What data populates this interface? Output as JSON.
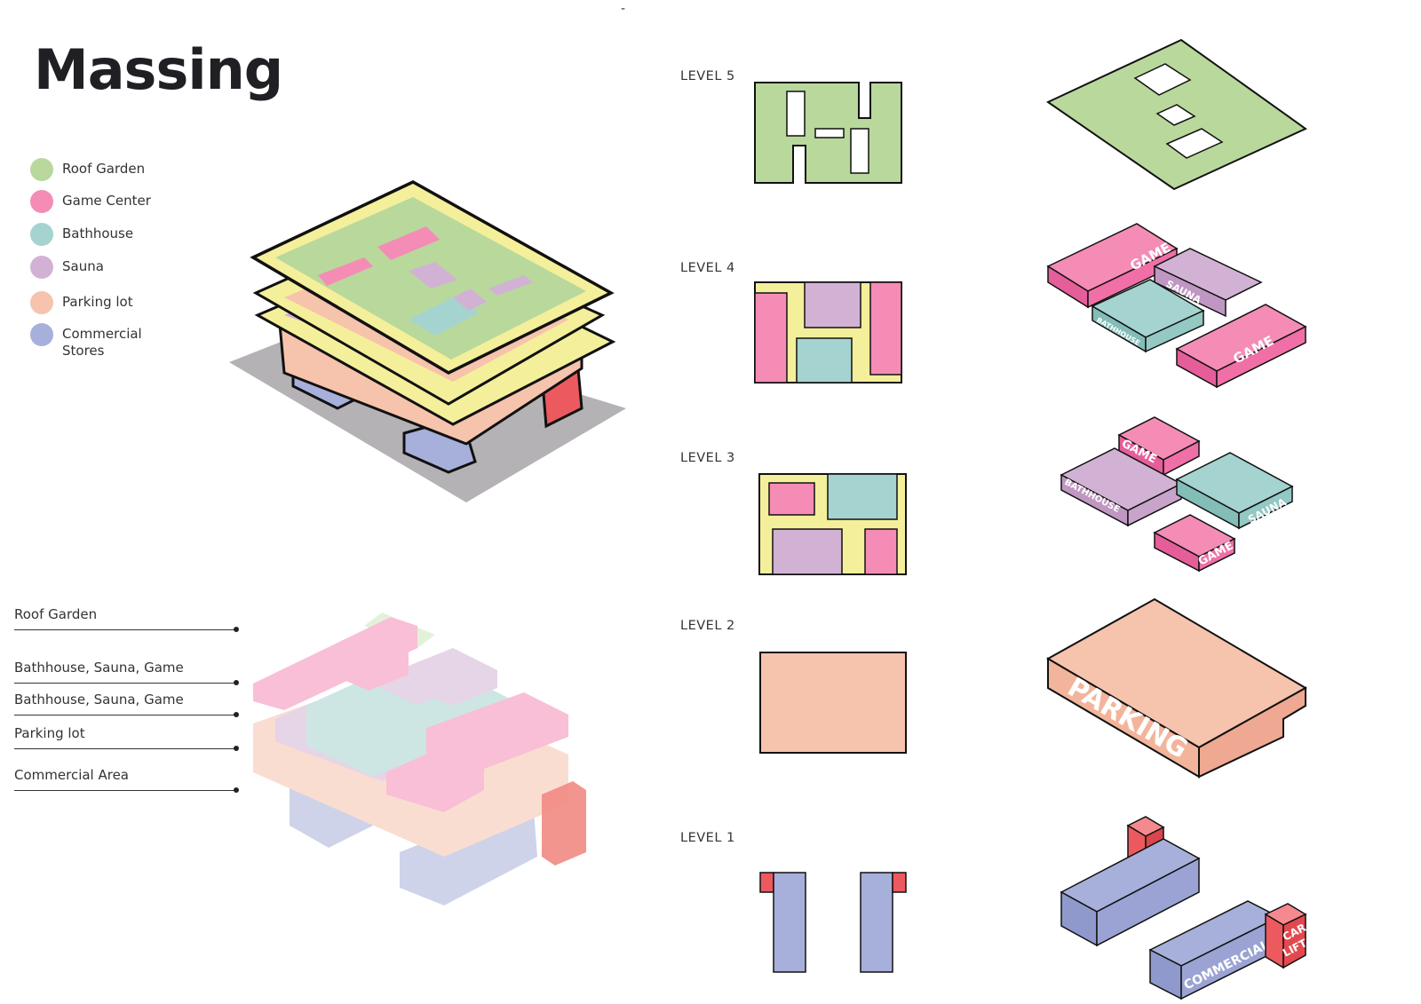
{
  "title": "Massing",
  "top_mark": "-",
  "legend": [
    {
      "label": "Roof Garden",
      "color": "#b9d89c"
    },
    {
      "label": "Game Center",
      "color": "#f48cb6"
    },
    {
      "label": "Bathhouse",
      "color": "#a5d3cf"
    },
    {
      "label": "Sauna",
      "color": "#d2b2d4"
    },
    {
      "label": "Parking lot",
      "color": "#f6c3ad"
    },
    {
      "label": "Commercial Stores",
      "color": "#a7b0da"
    }
  ],
  "stack_labels": [
    "Roof Garden",
    "Bathhouse, Sauna, Game",
    "Bathhouse, Sauna, Game",
    "Parking lot",
    "Commercial Area"
  ],
  "levels": [
    "LEVEL 5",
    "LEVEL 4",
    "LEVEL 3",
    "LEVEL 2",
    "LEVEL 1"
  ],
  "block_labels": {
    "l4_game_1": "GAME",
    "l4_sauna": "SAUNA",
    "l4_bathhouse": "BATHHOUSE",
    "l4_game_2": "GAME",
    "l3_game_1": "GAME",
    "l3_bathhouse": "BATHHOUSE",
    "l3_sauna": "SAUNA",
    "l3_game_2": "GAME",
    "l2_parking": "PARKING",
    "l1_commercial": "COMMERCIAL",
    "l1_car": "CAR",
    "l1_lift": "LIFT"
  },
  "colors": {
    "roof_garden": "#b9d89c",
    "game": "#f48cb6",
    "bathhouse": "#a5d3cf",
    "sauna": "#d2b2d4",
    "parking": "#f6c3ad",
    "commercial": "#a7b0da",
    "car_lift": "#ec5a5f",
    "circulation": "#f4ef9a",
    "shadow": "#b4b2b5"
  }
}
